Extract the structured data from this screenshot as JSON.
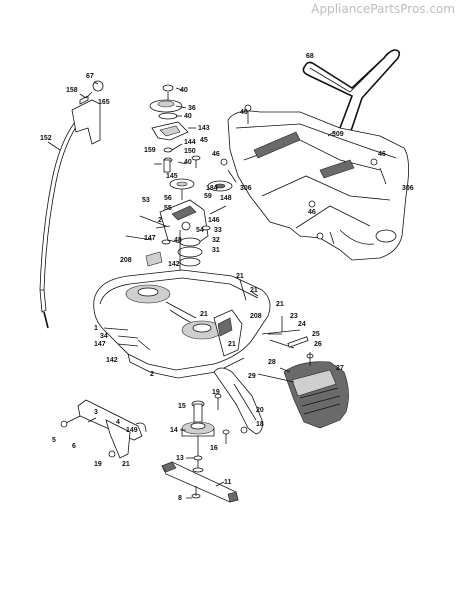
{
  "watermark": "AppliancePartsPros.com",
  "part_labels": [
    "68",
    "67",
    "158",
    "165",
    "152",
    "40",
    "36",
    "40",
    "143",
    "144",
    "45",
    "150",
    "40",
    "159",
    "40",
    "46",
    "309",
    "46",
    "306",
    "46",
    "306",
    "145",
    "184",
    "148",
    "59",
    "53",
    "56",
    "55",
    "2",
    "146",
    "33",
    "147",
    "48",
    "54",
    "32",
    "31",
    "142",
    "208",
    "21",
    "21",
    "21",
    "1",
    "34",
    "147",
    "21",
    "208",
    "21",
    "23",
    "24",
    "25",
    "142",
    "26",
    "2",
    "29",
    "28",
    "27",
    "3",
    "4",
    "149",
    "5",
    "6",
    "15",
    "19",
    "21",
    "14",
    "19",
    "20",
    "18",
    "13",
    "16",
    "11",
    "8"
  ]
}
